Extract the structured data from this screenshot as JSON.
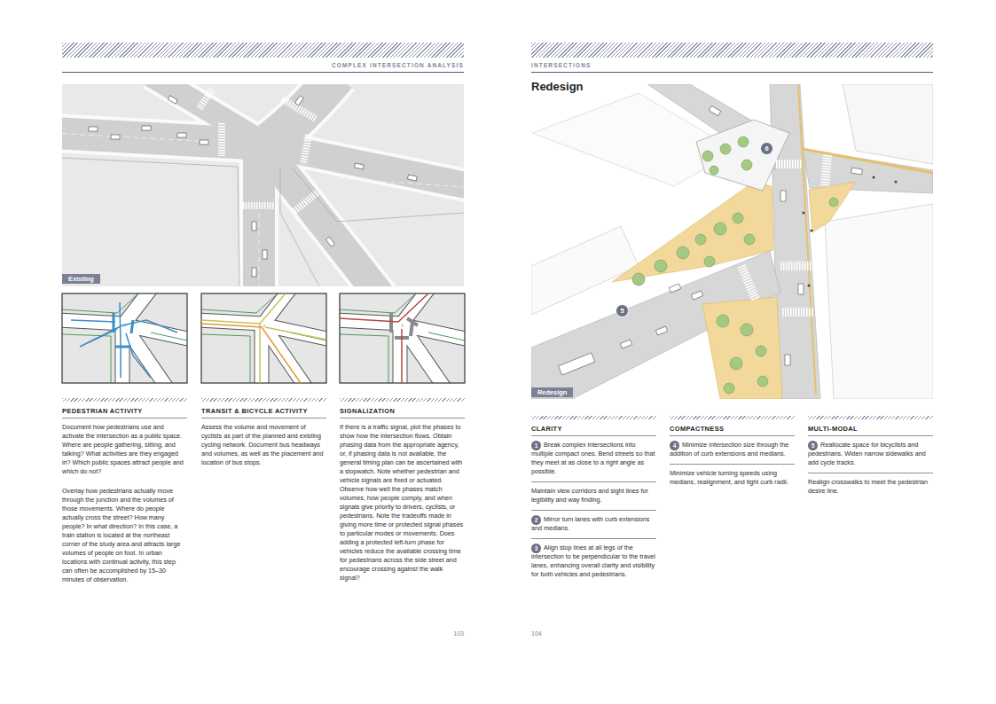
{
  "diagram": {
    "title": "Redesign",
    "nodes": [
      {
        "text": [
          "Existing"
        ]
      },
      {
        "text": [
          "Redesign"
        ]
      },
      {
        "text": [
          "6"
        ]
      },
      {
        "text": [
          "5"
        ]
      },
      {
        "text": [
          "1"
        ]
      },
      {
        "text": [
          "2"
        ]
      },
      {
        "text": [
          "3"
        ]
      },
      {
        "text": [
          "4"
        ]
      },
      {
        "text": [
          "5"
        ]
      }
    ],
    "labels": [
      "COMPLEX INTERSECTION ANALYSIS",
      "PEDESTRIAN ACTIVITY",
      "Document how pedestrians use and activate the intersection as a public space. Where are people gathering, sitting, and talking? What activities are they engaged in? Which public spaces attract people and which do not?",
      "Overlay how pedestrians actually move through the junction and the volumes of those movements. Where do people actually cross the street? How many people? In what direction? In this case, a train station is located at the northeast corner of the study area and attracts large volumes of people on foot. In urban locations with continual activity, this step can often be accomplished by 15–30 minutes of observation.",
      "TRANSIT & BICYCLE ACTIVITY",
      "Assess the volume and movement of cyclists as part of the planned and existing cycling network. Document bus headways and volumes, as well as the placement and location of bus stops.",
      "SIGNALIZATION",
      "If there is a traffic signal, plot the phases to show how the intersection flows. Obtain phasing data from the appropriate agency, or, if phasing data is not available, the general timing plan can be ascertained with a stopwatch. Note whether pedestrian and vehicle signals are fixed or actuated. Observe how well the phases match volumes, how people comply, and when signals give priority to drivers, cyclists, or pedestrians. Note the tradeoffs made in giving more time or protected signal phases to particular modes or movements. Does adding a protected left-turn phase for vehicles reduce the available crossing time for pedestrians across the side street and encourage crossing against the walk signal?",
      "103",
      "INTERSECTIONS",
      "CLARITY",
      "Break complex intersections into multiple compact ones. Bend streets so that they meet at as close to a right angle as possible.",
      "Maintain view corridors and sight lines for legibility and way finding.",
      "Mirror turn lanes with curb extensions and medians.",
      "Align stop lines at all legs of the intersection to be perpendicular to the travel lanes, enhancing overall clarity and visibility for both vehicles and pedestrians.",
      "COMPACTNESS",
      "Minimize intersection size through the addition of curb extensions and medians.",
      "Minimize vehicle turning speeds using medians, realignment, and tight curb radii.",
      "MULTI-MODAL",
      "Reallocate space for bicyclists and pedestrians. Widen narrow sidewalks and add cycle tracks.",
      "Realign crosswalks to meet the pedestrian desire line.",
      "104"
    ]
  }
}
